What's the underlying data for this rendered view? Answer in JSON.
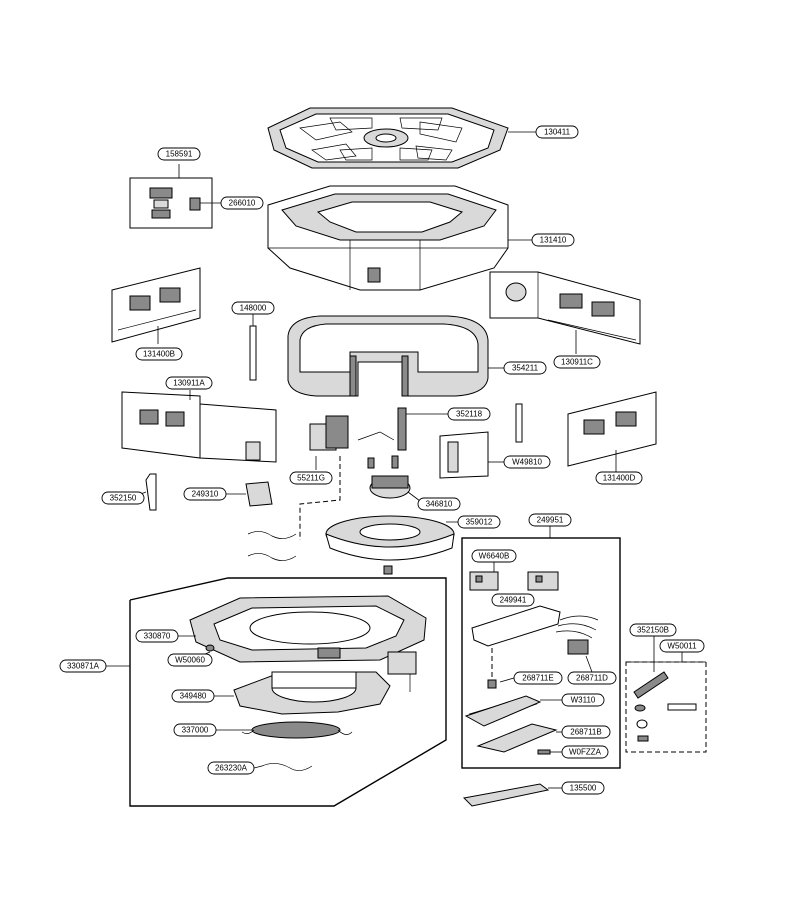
{
  "labels": {
    "l130411": "130411",
    "l158591": "158591",
    "l266010": "266010",
    "l131410": "131410",
    "l148000": "148000",
    "l131400B": "131400B",
    "l130911C": "130911C",
    "l354211": "354211",
    "l130911A": "130911A",
    "l352118": "352118",
    "lW49810": "W49810",
    "l131400D": "131400D",
    "l55211G": "55211G",
    "l352150": "352150",
    "l249310": "249310",
    "l346810": "346810",
    "l359012": "359012",
    "l249951": "249951",
    "lW6640B": "W6640B",
    "l249941": "249941",
    "l330870": "330870",
    "lW50060": "W50060",
    "l330871A": "330871A",
    "l352150B": "352150B",
    "lW50011": "W50011",
    "l268711E": "268711E",
    "l268711D": "268711D",
    "l349480": "349480",
    "lW3110": "W3110",
    "l337000": "337000",
    "l268711B": "268711B",
    "lW0FZZA": "W0FZZA",
    "l263230A": "263230A",
    "l135500": "135500"
  }
}
